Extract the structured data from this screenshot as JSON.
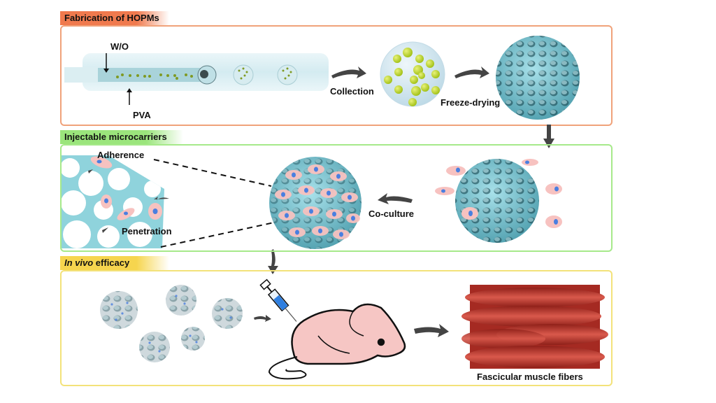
{
  "colors": {
    "fabrication": "#f08a5d",
    "injectable": "#a6e98a",
    "invivo": "#f5d96a",
    "scaffold": "#7fcad6",
    "cell_body": "#f7c2c0",
    "nucleus": "#4a7fe0",
    "microsphere": "#b5cf1e",
    "muscle": "#b5332a"
  },
  "panels": {
    "fabrication": {
      "title": "Fabrication of HOPMs",
      "labels": {
        "wo": "W/O",
        "pva": "PVA",
        "collection": "Collection",
        "freeze_drying": "Freeze-drying"
      }
    },
    "injectable": {
      "title": "Injectable microcarriers",
      "labels": {
        "adherence": "Adherence",
        "penetration": "Penetration",
        "coculture": "Co-culture"
      }
    },
    "invivo": {
      "title_italic": "In vivo",
      "title_rest": " efficacy",
      "labels": {
        "muscle": "Fascicular muscle fibers"
      }
    }
  }
}
